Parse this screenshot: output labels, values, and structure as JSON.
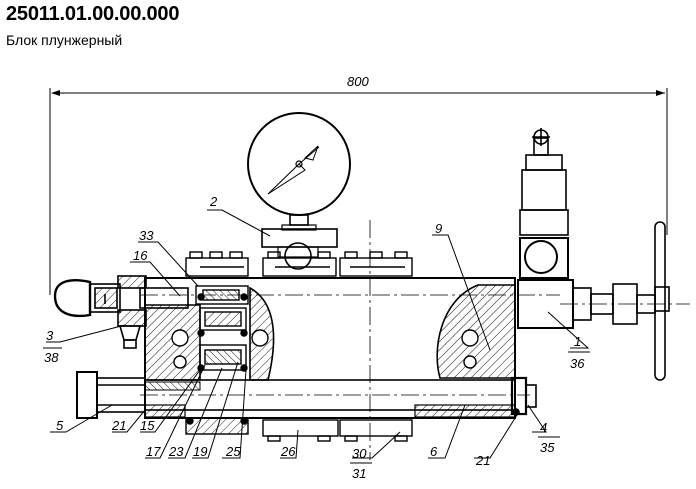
{
  "header": {
    "title": "25011.01.00.00.000",
    "subtitle": "Блок плунжерный"
  },
  "dimension": {
    "overall_length": "800"
  },
  "callouts": [
    {
      "id": "c2",
      "text": "2"
    },
    {
      "id": "c33",
      "text": "33"
    },
    {
      "id": "c16",
      "text": "16"
    },
    {
      "id": "c3",
      "text": "3"
    },
    {
      "id": "c38",
      "text": "38"
    },
    {
      "id": "c5",
      "text": "5"
    },
    {
      "id": "c21a",
      "text": "21"
    },
    {
      "id": "c15",
      "text": "15"
    },
    {
      "id": "c17",
      "text": "17"
    },
    {
      "id": "c23",
      "text": "23"
    },
    {
      "id": "c19",
      "text": "19"
    },
    {
      "id": "c25",
      "text": "25"
    },
    {
      "id": "c26",
      "text": "26"
    },
    {
      "id": "c30",
      "text": "30"
    },
    {
      "id": "c31",
      "text": "31"
    },
    {
      "id": "c6",
      "text": "6"
    },
    {
      "id": "c21b",
      "text": "21"
    },
    {
      "id": "c4",
      "text": "4"
    },
    {
      "id": "c35",
      "text": "35"
    },
    {
      "id": "c9",
      "text": "9"
    },
    {
      "id": "c1",
      "text": "1"
    },
    {
      "id": "c36",
      "text": "36"
    }
  ]
}
